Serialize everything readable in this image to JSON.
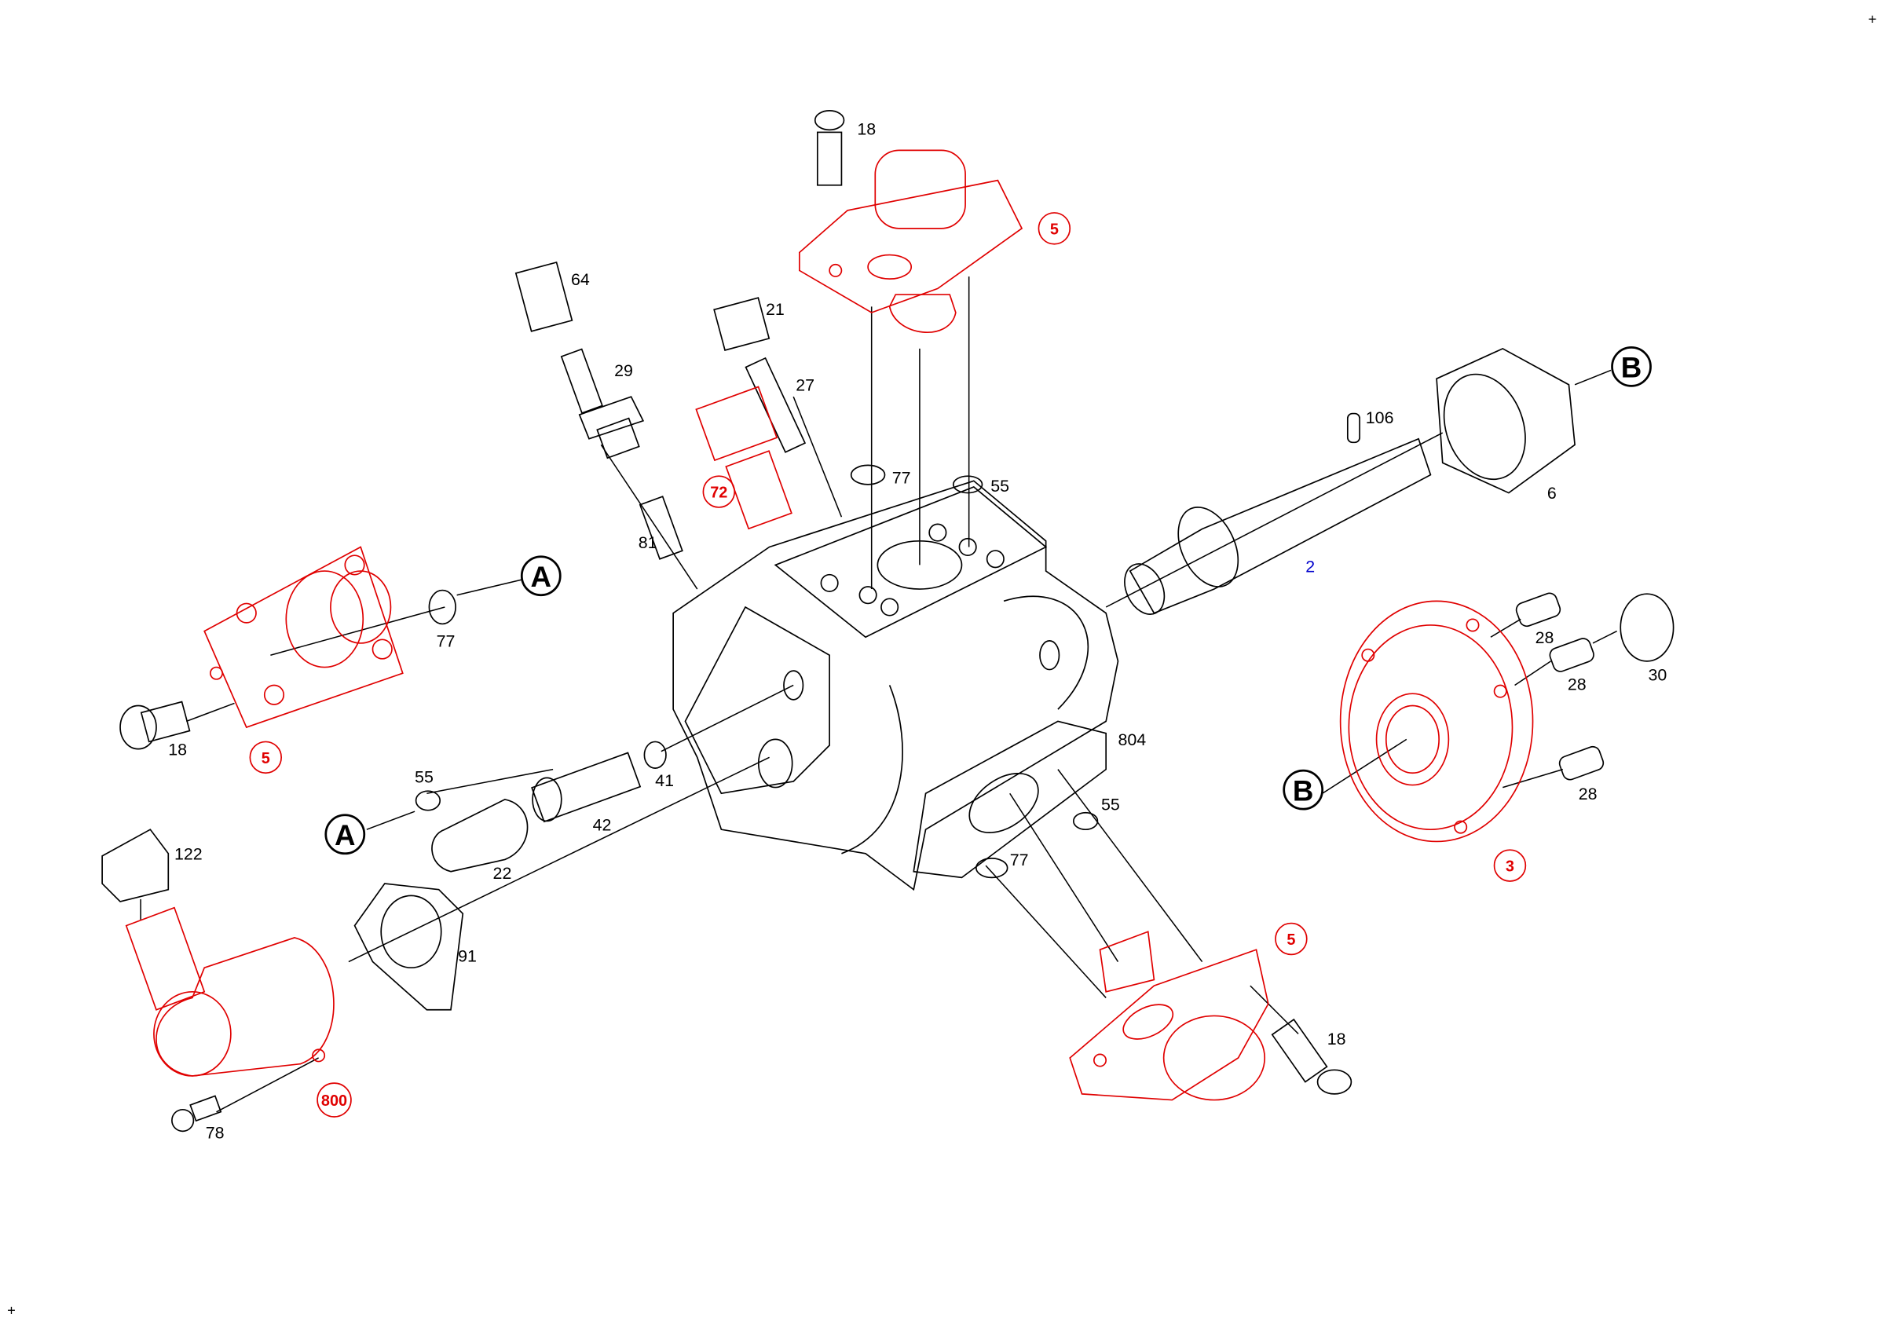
{
  "corners": {
    "top_right": "+",
    "bottom_left": "+"
  },
  "colors": {
    "highlight": "#e00000",
    "part_line": "#000000",
    "shaft_label": "#0000cc"
  },
  "labels": {
    "screw_top": "18",
    "valve_top": "5",
    "part_64": "64",
    "part_29": "29",
    "part_21": "21",
    "part_27": "27",
    "sensor_72": "72",
    "oring_77_top": "77",
    "oring_55_top": "55",
    "pin_106": "106",
    "ref_b_top": "B",
    "nut_6": "6",
    "shaft_2": "2",
    "ref_a_top": "A",
    "oring_77_left": "77",
    "part_81": "81",
    "screw_left": "18",
    "valve_left": "5",
    "screw_28_a": "28",
    "screw_28_b": "28",
    "ring_30": "30",
    "screw_28_c": "28",
    "body_804": "804",
    "ref_b_bottom": "B",
    "oring_55_right": "55",
    "oring_55_left": "55",
    "washer_41": "41",
    "fitting_42": "42",
    "cap_22": "22",
    "ref_a_bottom": "A",
    "cap_122": "122",
    "oring_77_bottom": "77",
    "gasket_91": "91",
    "flange_3": "3",
    "valve_bottom": "5",
    "screw_bottom": "18",
    "meter_800": "800",
    "screw_78": "78"
  }
}
